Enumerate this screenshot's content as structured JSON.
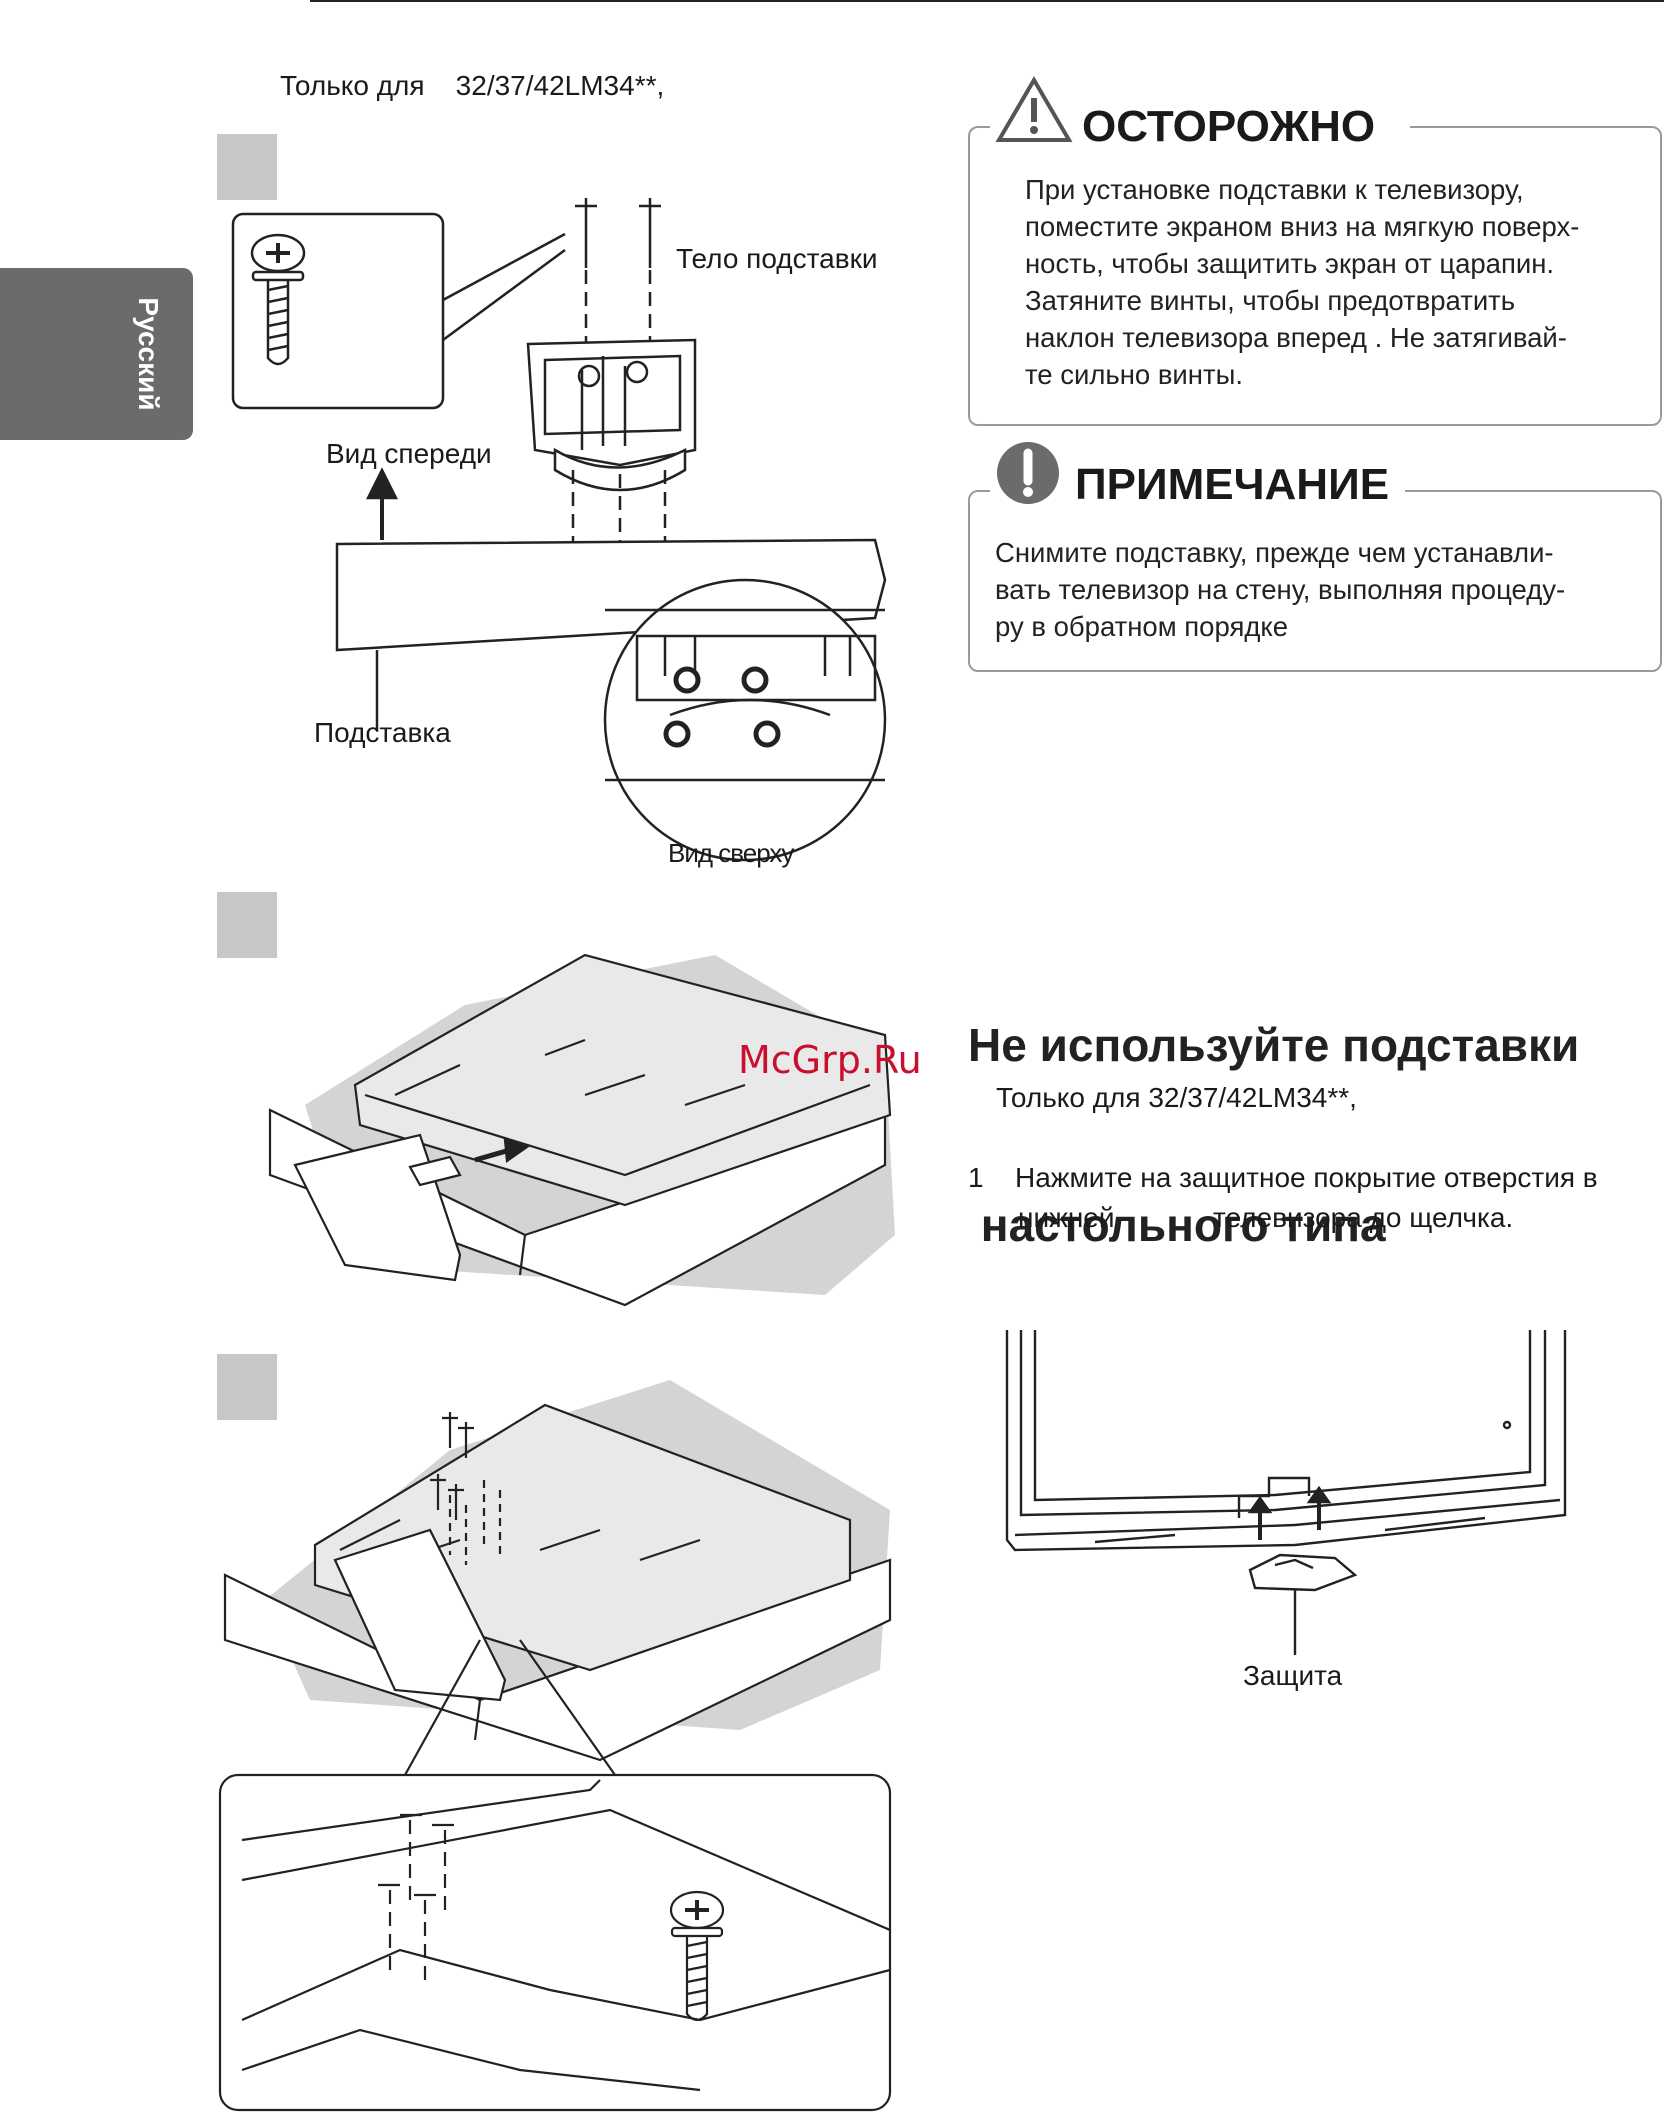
{
  "language_tab": "Русский",
  "left": {
    "only_for": "Только для    32/37/42LM34**,",
    "label_stand_body": "Тело подставки",
    "label_front_view": "Вид спереди",
    "label_stand": "Подставка",
    "label_top_view": "Вид сверху"
  },
  "caution": {
    "title": "ОСТОРОЖНО",
    "lines": [
      "При установке подставки к телевизору,",
      "поместите  экраном вниз на мягкую поверх-",
      "ность, чтобы защитить  экран от царапин.",
      "Затяните винты, чтобы предотвратить",
      "наклон телевизора вперед .  Не затягивай-",
      "те сильно винты."
    ]
  },
  "note": {
    "title": "ПРИМЕЧАНИЕ",
    "lines": [
      "Снимите подставку, прежде чем устанавли-",
      "вать телевизор на стену, выполняя процеду-",
      "ру в обратном порядке"
    ]
  },
  "section": {
    "heading_line1": "Не используйте подставки",
    "heading_line2": " настольного типа",
    "watermark": "McGrp.Ru",
    "only_for": "Только для 32/37/42LM34**,",
    "step_number": "1",
    "step_line1": "Нажмите на  защитное покрытие  отверстия в",
    "step_line2_a": "нижней",
    "step_line2_b": "телевизора до щелчка.",
    "label_protection": "Защита"
  },
  "colors": {
    "step_box": "#c7c7c7",
    "lang_tab": "#6b6b6b",
    "soft_surface": "#d4d4d4",
    "watermark": "#c8102e"
  }
}
